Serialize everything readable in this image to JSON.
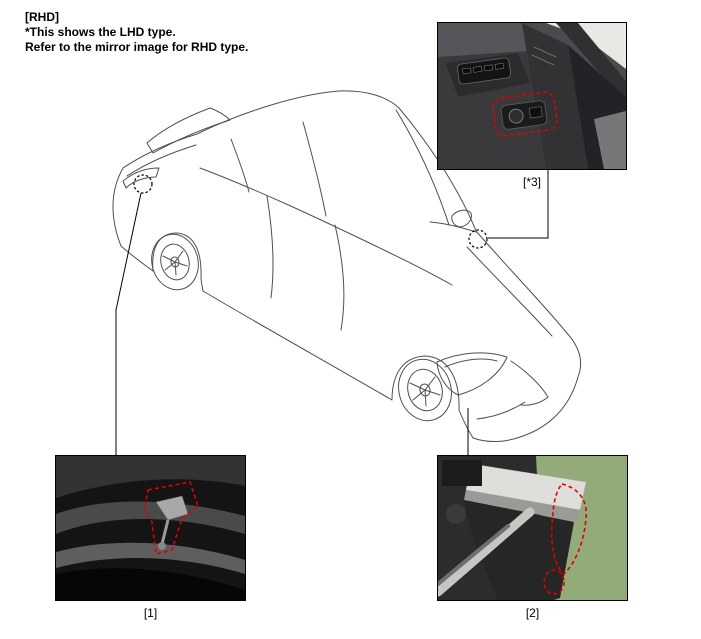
{
  "header": {
    "line1": "[RHD]",
    "line2": "*This shows the LHD type.",
    "line3": "Refer to the mirror image for RHD type."
  },
  "callouts": {
    "c3": {
      "label": "[*3]"
    },
    "c1": {
      "label": "[1]"
    },
    "c2": {
      "label": "[2]"
    }
  },
  "colors": {
    "highlight_red": "#e10000",
    "photo_green": "#93ab79",
    "wireframe_gray": "#4f4f4f"
  }
}
